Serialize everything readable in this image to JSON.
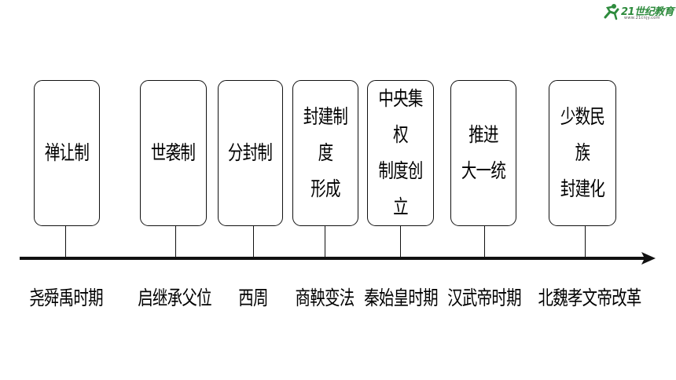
{
  "timeline": {
    "events": [
      {
        "system": "禅让制",
        "period": "尧舜禹时期"
      },
      {
        "system": "世袭制",
        "period": "启继承父位"
      },
      {
        "system": "分封制",
        "period": "西周"
      },
      {
        "system": "封建制度\n形成",
        "period": "商鞅变法"
      },
      {
        "system": "中央集权\n制度创立",
        "period": "秦始皇时期"
      },
      {
        "system": "推进\n大一统",
        "period": "汉武帝时期"
      },
      {
        "system": "少数民族\n封建化",
        "period": "北魏孝文帝改革"
      }
    ]
  },
  "logo": {
    "name": "21世纪教育",
    "url_text": "www.21cnjy.com",
    "brand_color": "#2e8b3d"
  }
}
